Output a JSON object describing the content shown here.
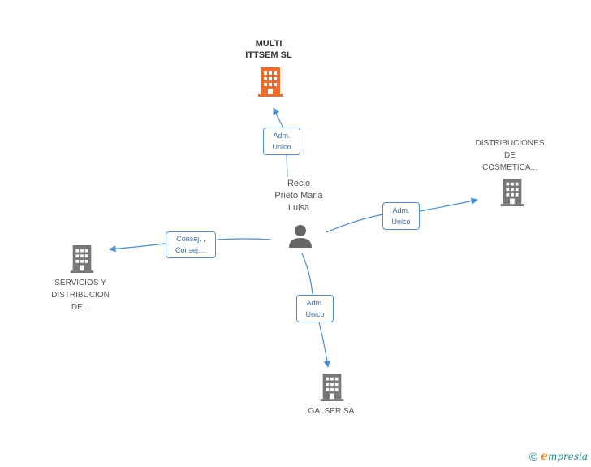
{
  "colors": {
    "edge": "#4a8fd6",
    "building_default": "#777777",
    "building_highlight": "#f06a2a",
    "person": "#666666",
    "brand": "#2a8a8a"
  },
  "nodes": {
    "center": {
      "name": "Recio\nPrieto Maria\nLuisa",
      "icon": "person-icon"
    },
    "multi": {
      "name": "MULTI\nITTSEM SL",
      "icon": "building-icon",
      "highlight": true
    },
    "distribuciones": {
      "name": "DISTRIBUCIONES\nDE\nCOSMETICA...",
      "icon": "building-icon"
    },
    "servicios": {
      "name": "SERVICIOS Y\nDISTRIBUCION\nDE...",
      "icon": "building-icon"
    },
    "galser": {
      "name": "GALSER SA",
      "icon": "building-icon"
    }
  },
  "edges": {
    "to_multi": "Adm.\nUnico",
    "to_distribuciones": "Adm.\nUnico",
    "to_servicios": "Consej. ,\nConsej....",
    "to_galser": "Adm.\nUnico"
  },
  "footer": {
    "copyright_symbol": "©",
    "brand_initial": "e",
    "brand_rest": "mpresia"
  }
}
